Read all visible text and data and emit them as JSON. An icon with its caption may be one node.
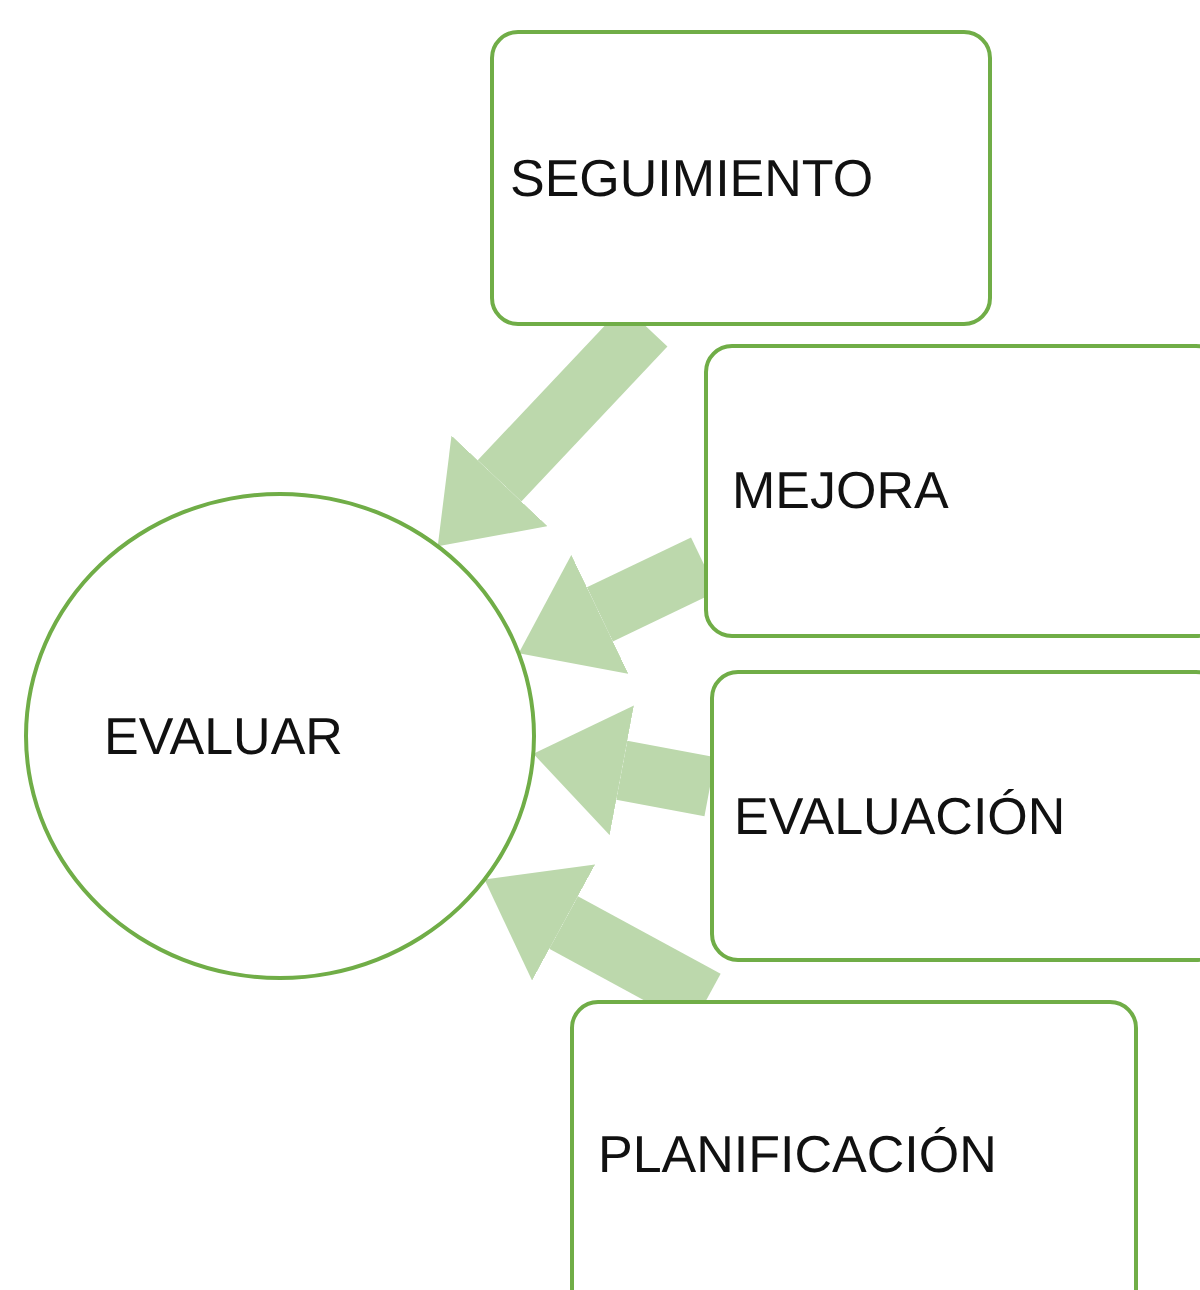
{
  "diagram": {
    "nodes": [
      {
        "text": [
          "EVALUAR"
        ]
      },
      {
        "text": [
          "SEGUIMIENTO"
        ]
      },
      {
        "text": [
          "MEJORA"
        ]
      },
      {
        "text": [
          "EVALUACIÓN"
        ]
      },
      {
        "text": [
          "PLANIFICACIÓN"
        ]
      }
    ],
    "edges": [
      {
        "from": 1,
        "to": 0,
        "arrow": "to"
      },
      {
        "from": 2,
        "to": 0,
        "arrow": "to"
      },
      {
        "from": 3,
        "to": 0,
        "arrow": "to"
      },
      {
        "from": 4,
        "to": 0,
        "arrow": "to"
      }
    ]
  }
}
